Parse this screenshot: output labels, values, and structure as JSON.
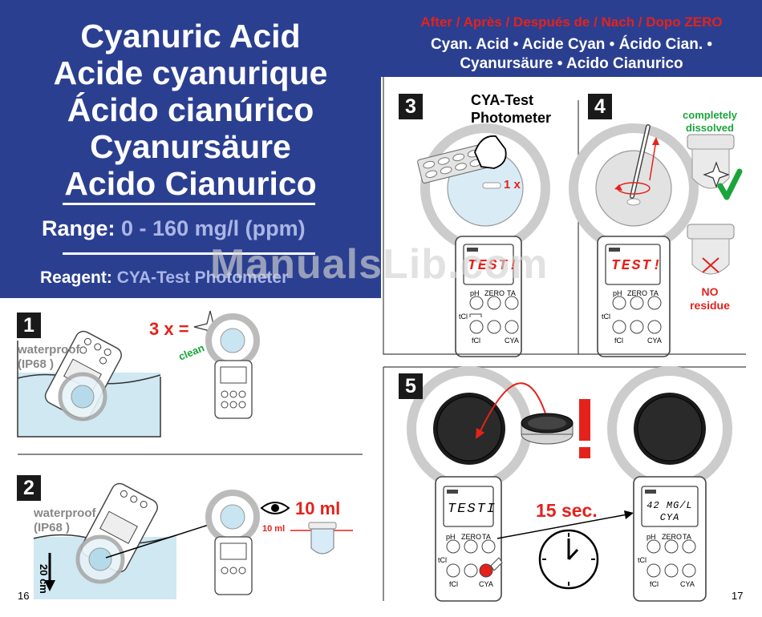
{
  "left_header": {
    "titles": [
      "Cyanuric Acid",
      "Acide cyanurique",
      "Ácido cianúrico",
      "Cyanursäure",
      "Acido Cianurico"
    ],
    "range_label": "Range:",
    "range_value": "0 - 160 mg/l (ppm)",
    "reagent_label": "Reagent:",
    "reagent_value": "CYA-Test Photometer"
  },
  "right_header": {
    "after_line": "After / Après / Después de / Nach / Dopo ZERO",
    "names_line1": "Cyan. Acid • Acide Cyan • Ácido Cian. •",
    "names_line2": "Cyanursäure • Acido Cianurico"
  },
  "watermark": "ManualsLib.com",
  "steps": {
    "s1": {
      "number": "1",
      "waterproof": "waterproof",
      "ip": "(IP68 )",
      "rinse": "3 x =",
      "clean": "clean"
    },
    "s2": {
      "number": "2",
      "waterproof": "waterproof",
      "ip": "(IP68 )",
      "depth": "20 cm",
      "volume": "10 ml",
      "mark": "10 ml"
    },
    "s3": {
      "number": "3",
      "device_line1": "CYA-Test",
      "device_line2": "Photometer",
      "count": "1 x",
      "display": "TEST!"
    },
    "s4": {
      "number": "4",
      "dissolved_line1": "completely",
      "dissolved_line2": "dissolved",
      "residue_line1": "NO",
      "residue_line2": "residue",
      "display": "TEST!"
    },
    "s5": {
      "number": "5",
      "wait": "15 sec.",
      "exclaim": "!",
      "display_before": "TESTI",
      "display_after_line1": "42 MG/L",
      "display_after_line2": "CYA"
    }
  },
  "keypad": {
    "ph": "pH",
    "zero": "ZERO",
    "ta": "TA",
    "tcl": "tCl",
    "fcl": "fCl",
    "cya": "CYA"
  },
  "pages": {
    "left": "16",
    "right": "17"
  },
  "colors": {
    "header_blue": "#2b3f91",
    "accent_red": "#e4221b",
    "lavender": "#aab6e6",
    "check_green": "#1aa53a",
    "water_blue": "#cfe8f2"
  }
}
